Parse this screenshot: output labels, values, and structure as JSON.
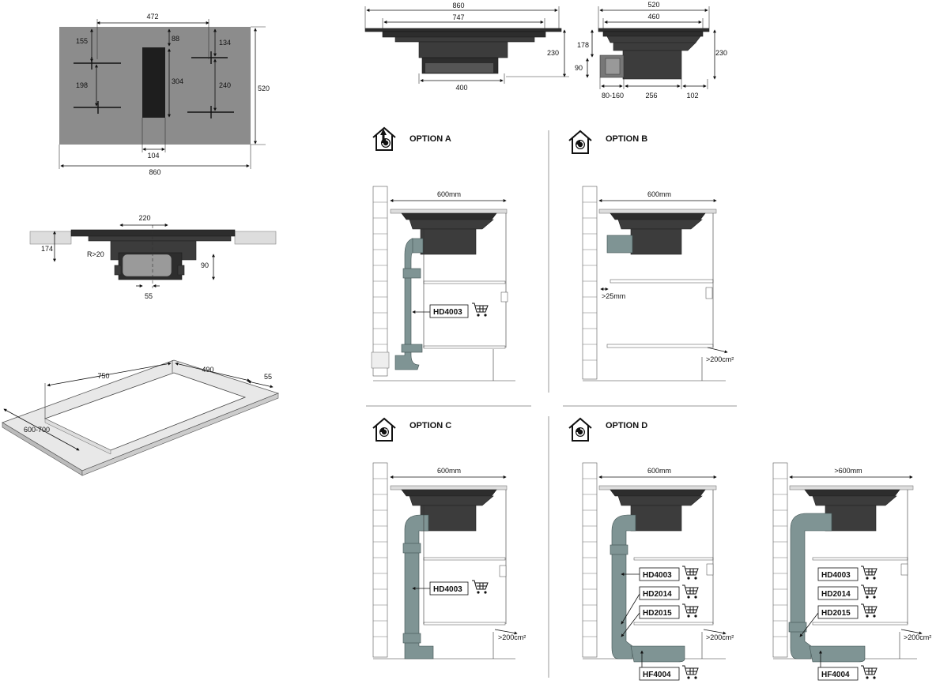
{
  "top_view": {
    "width": "472",
    "d155": "155",
    "d88": "88",
    "d134": "134",
    "d198": "198",
    "d304": "304",
    "d240": "240",
    "d520": "520",
    "d104": "104",
    "d860": "860"
  },
  "side_view": {
    "d220": "220",
    "d174": "174",
    "r20": "R>20",
    "d90": "90",
    "d55": "55"
  },
  "cutout": {
    "d750": "750",
    "d490": "490",
    "d55": "55",
    "d600_700": "600-700"
  },
  "front_section": {
    "d860": "860",
    "d747": "747",
    "d230": "230",
    "d400": "400"
  },
  "side_section": {
    "d520": "520",
    "d460": "460",
    "d178": "178",
    "d230": "230",
    "d90": "90",
    "d80_160": "80-160",
    "d256": "256",
    "d102": "102"
  },
  "options": {
    "a": {
      "title": "OPTION A",
      "width": "600mm",
      "codes": [
        "HD4003"
      ]
    },
    "b": {
      "title": "OPTION B",
      "width": "600mm",
      "gap": ">25mm",
      "area": ">200cm²"
    },
    "c": {
      "title": "OPTION C",
      "width": "600mm",
      "codes": [
        "HD4003"
      ],
      "area": ">200cm²"
    },
    "d": {
      "title": "OPTION D",
      "width": "600mm",
      "codes": [
        "HD4003",
        "HD2014",
        "HD2015",
        "HF4004"
      ],
      "area": ">200cm²"
    },
    "d2": {
      "width": ">600mm",
      "codes": [
        "HD4003",
        "HD2014",
        "HD2015",
        "HF4004"
      ],
      "area": ">200cm²"
    }
  },
  "icons": {
    "recirculation": "house-recirculation-icon",
    "extraction": "house-extraction-icon",
    "cart": "shopping-cart-icon"
  },
  "colors": {
    "hob": "#8c8c8c",
    "unit": "#3c3c3c",
    "duct": "#7f9494"
  }
}
